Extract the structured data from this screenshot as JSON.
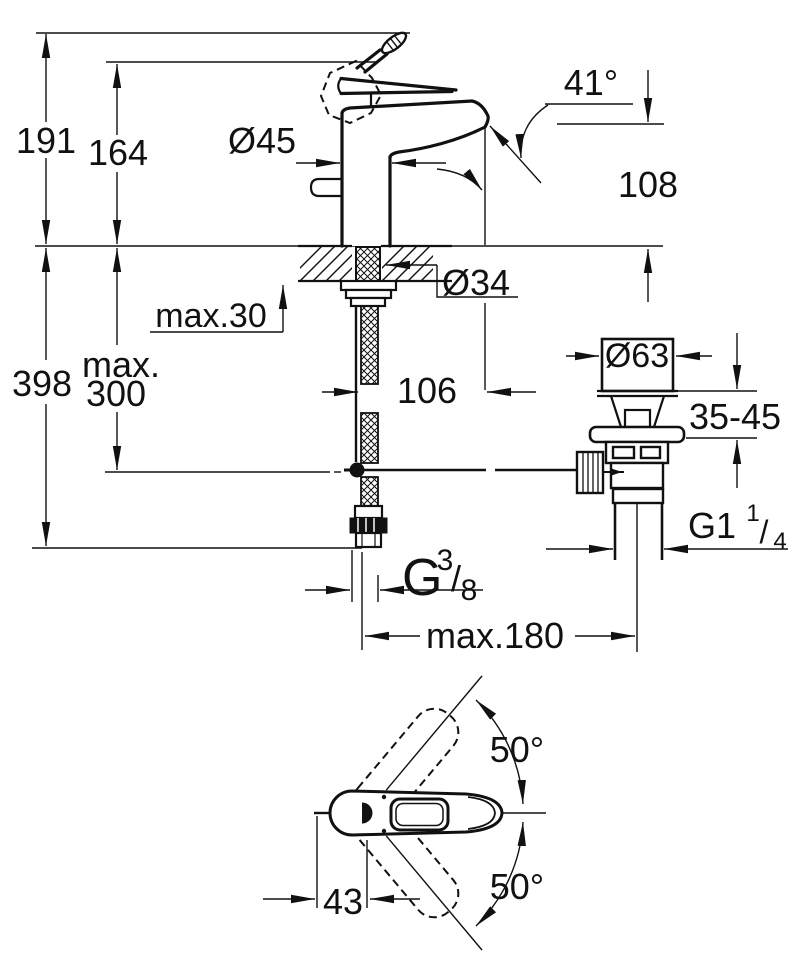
{
  "meta": {
    "type": "technical-dimension-drawing",
    "subject": "single-lever basin mixer with pop-up waste set",
    "background_color": "#ffffff",
    "line_color": "#111111"
  },
  "views": {
    "side": {
      "name": "side-elevation-with-installation-dimensions",
      "dims": {
        "overall_height": "191",
        "handle_height": "164",
        "body_diameter": "Ø45",
        "spout_angle": "41°",
        "outlet_height": "108",
        "deck_thickness": "max.30",
        "total_depth": "398",
        "max_depth_line1": "max.",
        "max_depth_line2": "300",
        "hole_diameter": "Ø34",
        "spout_reach": "106",
        "waste_cap_diameter": "Ø63",
        "mounting_range": "35-45",
        "waste_thread_base": "G1",
        "waste_thread_sup": "1",
        "waste_thread_slash": "/",
        "waste_thread_sub": "4",
        "hose_thread_base": "G",
        "hose_thread_sup": "3",
        "hose_thread_slash": "/",
        "hose_thread_sub": "8",
        "max_waste_distance": "max.180"
      }
    },
    "top": {
      "name": "top-view-handle-swivel",
      "dims": {
        "swivel_angle_up": "50°",
        "swivel_angle_down": "50°",
        "handle_offset": "43"
      }
    }
  }
}
